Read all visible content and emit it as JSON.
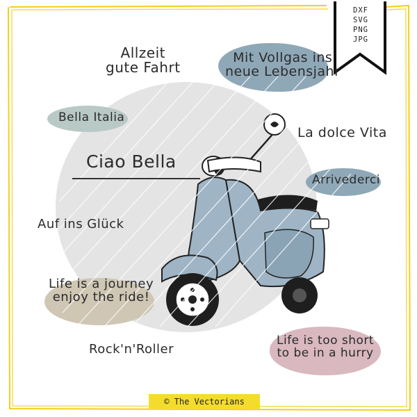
{
  "file_formats": [
    "DXF",
    "SVG",
    "PNG",
    "JPG"
  ],
  "phrases": {
    "allzeit_line1": "Allzeit",
    "allzeit_line2": "gute Fahrt",
    "vollgas_line1": "Mit Vollgas ins",
    "vollgas_line2": "neue Lebensjahr",
    "bella_italia": "Bella Italia",
    "dolce_vita": "La dolce Vita",
    "ciao_bella": "Ciao Bella",
    "arrivederci": "Arrivederci",
    "auf_ins_glueck": "Auf ins Glück",
    "journey_line1": "Life is a journey",
    "journey_line2": "enjoy the ride!",
    "rock_n_roller": "Rock'n'Roller",
    "short_line1": "Life is too short",
    "short_line2": "to be in a hurry"
  },
  "credit": "© The Vectorians",
  "colors": {
    "frame_yellow": "#f2cf1d",
    "blob_blue": "#8fa8b8",
    "blob_pink": "#d9b8c0",
    "blob_beige": "#cfc6b4",
    "blob_grey": "#e4e4e4",
    "scooter_blue": "#9fb5c6",
    "credit_bg": "#f4dc2e"
  }
}
